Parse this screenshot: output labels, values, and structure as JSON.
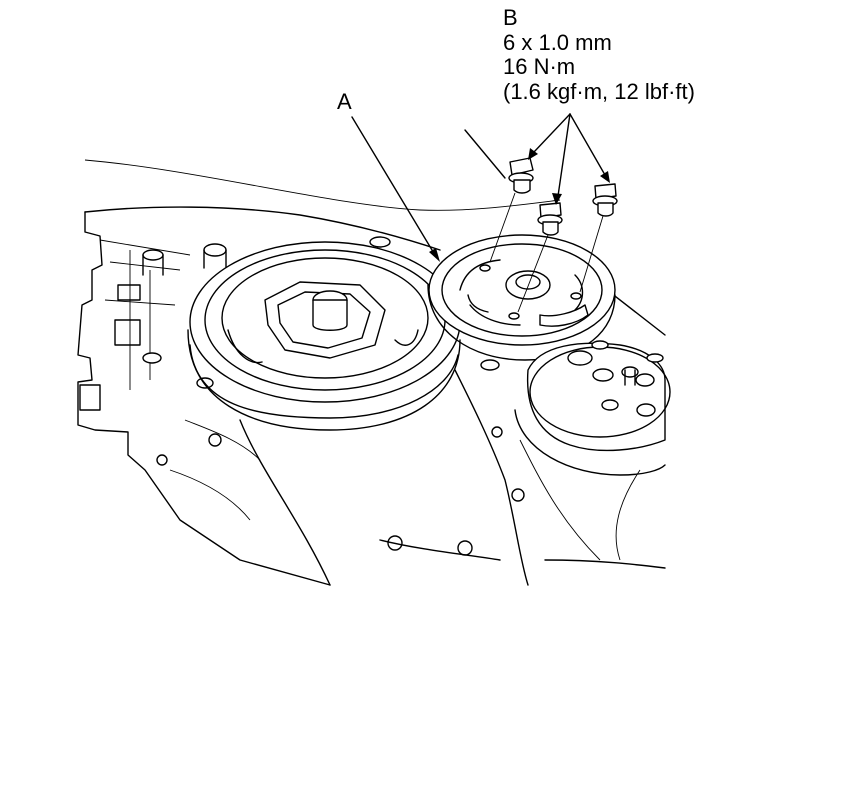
{
  "callout_a": {
    "letter": "A"
  },
  "callout_b": {
    "letter": "B",
    "bolt_size": "6 x 1.0 mm",
    "torque_nm": "16 N·m",
    "torque_alt": "(1.6 kgf·m, 12 lbf·ft)"
  }
}
